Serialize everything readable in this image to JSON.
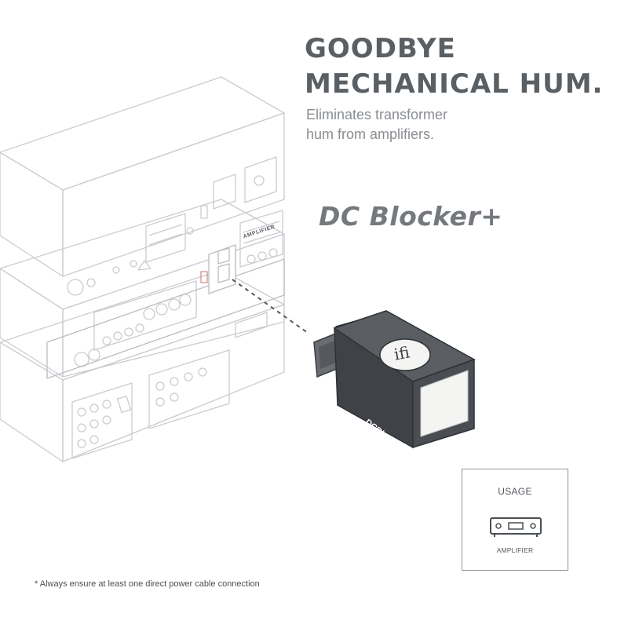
{
  "headline": {
    "line1": "GOODBYE",
    "line2": "MECHANICAL HUM."
  },
  "subheadline": {
    "line1": "Eliminates transformer",
    "line2": "hum from amplifiers."
  },
  "product": {
    "name": "DC Blocker+",
    "body_text": "DCBlocker",
    "logo_text": "ifi"
  },
  "illustration": {
    "amplifier_panel_label": "AMPLIFIER"
  },
  "usage": {
    "title": "USAGE",
    "icon": "amplifier-icon",
    "label": "AMPLIFIER"
  },
  "footnote": "* Always ensure at least one direct power cable connection",
  "colors": {
    "headline": "#5a5f64",
    "subheadline": "#8a8e92",
    "brand": "#75797d",
    "line_art": "#c9ccd0",
    "device_body": "#4a4e53",
    "device_front": "#f4f4f2",
    "accent_red": "#d88c8c"
  }
}
